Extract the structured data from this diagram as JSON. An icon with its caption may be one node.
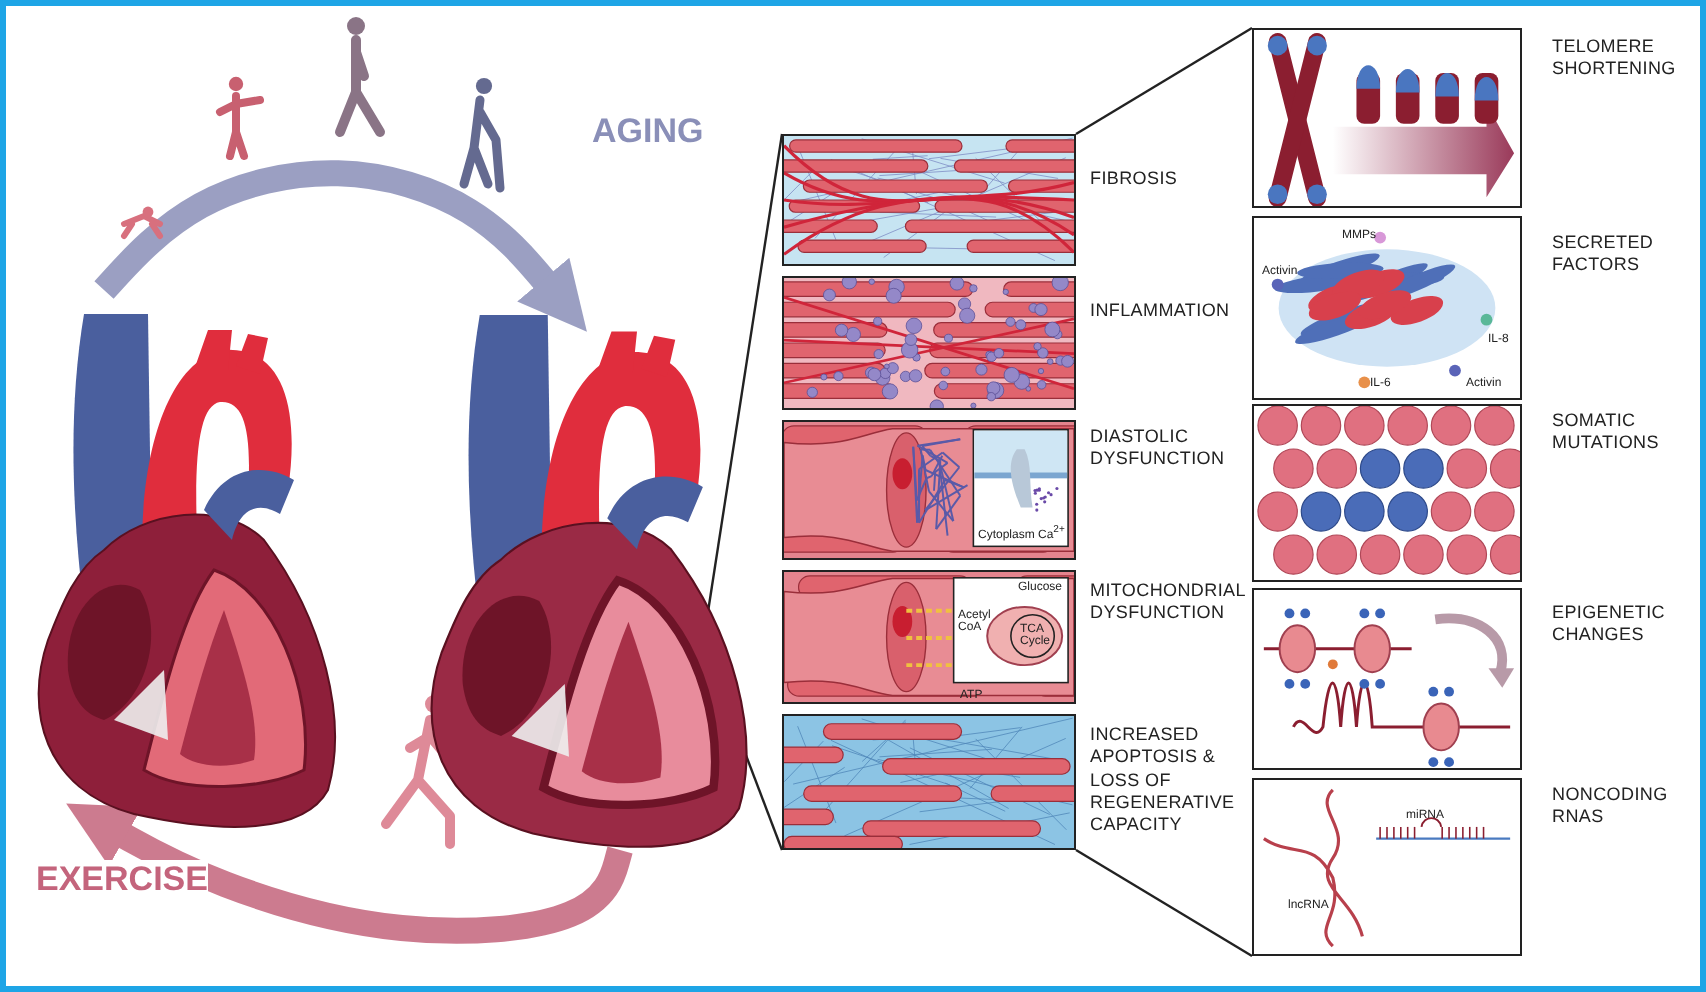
{
  "diagram": {
    "nodes": [
      {
        "text": [],
        "shape": "picture"
      },
      {
        "text": [],
        "shape": "picture"
      },
      {
        "text": [],
        "shape": "picture",
        "beside": [
          "FIBROSIS"
        ]
      },
      {
        "text": [],
        "shape": "picture",
        "beside": [
          "INFLAMMATION"
        ]
      },
      {
        "text": [],
        "shape": "picture",
        "beside": [
          "DIASTOLIC DYSFUNCTION"
        ]
      },
      {
        "text": [],
        "shape": "picture",
        "beside": [
          "MITOCHONDRIAL DYSFUNCTION"
        ]
      },
      {
        "text": [],
        "shape": "picture",
        "beside": [
          "INCREASED APOPTOSIS & LOSS OF REGENERATIVE CAPACITY"
        ]
      },
      {
        "text": [],
        "shape": "picture",
        "beside": [
          "TELOMERE SHORTENING"
        ]
      },
      {
        "text": [],
        "shape": "picture",
        "beside": [
          "SECRETED FACTORS"
        ]
      },
      {
        "text": [],
        "shape": "picture",
        "beside": [
          "SOMATIC MUTATIONS"
        ]
      },
      {
        "text": [],
        "shape": "picture",
        "beside": [
          "EPIGENETIC CHANGES"
        ]
      },
      {
        "text": [],
        "shape": "picture",
        "beside": [
          "NONCODING RNAS"
        ]
      }
    ],
    "edges": [
      {
        "from": 0,
        "to": 1,
        "arrow": "to",
        "label": "AGING",
        "style": "thick",
        "color": "#8a8fb8"
      },
      {
        "from": 1,
        "to": 0,
        "arrow": "to",
        "label": "EXERCISE",
        "style": "thick",
        "color": "#c4647c"
      },
      {
        "from": 1,
        "to": 2,
        "arrow": "none"
      },
      {
        "from": 1,
        "to": 6,
        "arrow": "none"
      },
      {
        "from": 2,
        "to": 7,
        "arrow": "none"
      },
      {
        "from": 6,
        "to": 11,
        "arrow": "none"
      }
    ],
    "labels": [
      "Cytoplasm",
      "Ca$^{2+}$",
      "Glucose",
      "Acetyl CoA",
      "TCA Cycle",
      "ATP",
      "MMPs",
      "Activin",
      "IL-8",
      "IL-6",
      "Activin",
      "miRNA",
      "lncRNA"
    ]
  }
}
